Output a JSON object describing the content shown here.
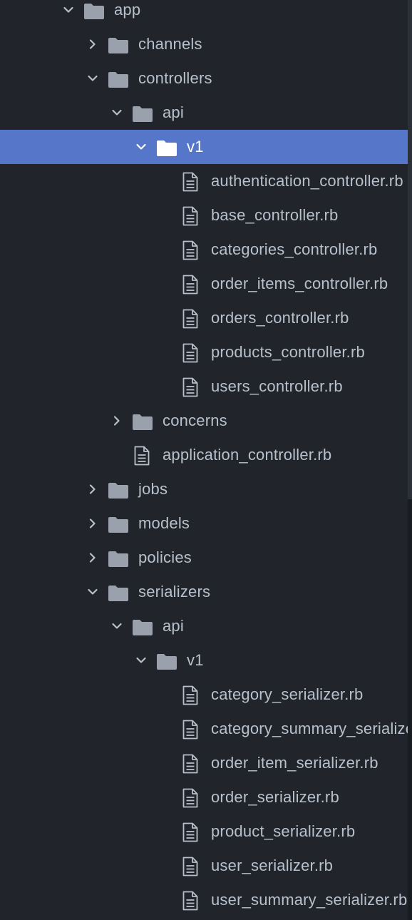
{
  "colors": {
    "background": "#21252b",
    "selection": "#5676c9",
    "text": "#b8c0cc",
    "selected_text": "#ffffff",
    "folder": "#9aa1ad",
    "file": "#b8c0cc"
  },
  "file_tree": [
    {
      "label": "app",
      "type": "folder",
      "depth": 0,
      "expanded": true
    },
    {
      "label": "channels",
      "type": "folder",
      "depth": 1,
      "expanded": false
    },
    {
      "label": "controllers",
      "type": "folder",
      "depth": 1,
      "expanded": true
    },
    {
      "label": "api",
      "type": "folder",
      "depth": 2,
      "expanded": true
    },
    {
      "label": "v1",
      "type": "folder",
      "depth": 3,
      "expanded": true,
      "selected": true
    },
    {
      "label": "authentication_controller.rb",
      "type": "file",
      "depth": 4
    },
    {
      "label": "base_controller.rb",
      "type": "file",
      "depth": 4
    },
    {
      "label": "categories_controller.rb",
      "type": "file",
      "depth": 4
    },
    {
      "label": "order_items_controller.rb",
      "type": "file",
      "depth": 4
    },
    {
      "label": "orders_controller.rb",
      "type": "file",
      "depth": 4
    },
    {
      "label": "products_controller.rb",
      "type": "file",
      "depth": 4
    },
    {
      "label": "users_controller.rb",
      "type": "file",
      "depth": 4
    },
    {
      "label": "concerns",
      "type": "folder",
      "depth": 2,
      "expanded": false
    },
    {
      "label": "application_controller.rb",
      "type": "file",
      "depth": 2
    },
    {
      "label": "jobs",
      "type": "folder",
      "depth": 1,
      "expanded": false
    },
    {
      "label": "models",
      "type": "folder",
      "depth": 1,
      "expanded": false
    },
    {
      "label": "policies",
      "type": "folder",
      "depth": 1,
      "expanded": false
    },
    {
      "label": "serializers",
      "type": "folder",
      "depth": 1,
      "expanded": true
    },
    {
      "label": "api",
      "type": "folder",
      "depth": 2,
      "expanded": true
    },
    {
      "label": "v1",
      "type": "folder",
      "depth": 3,
      "expanded": true
    },
    {
      "label": "category_serializer.rb",
      "type": "file",
      "depth": 4
    },
    {
      "label": "category_summary_serializer.rb",
      "type": "file",
      "depth": 4
    },
    {
      "label": "order_item_serializer.rb",
      "type": "file",
      "depth": 4
    },
    {
      "label": "order_serializer.rb",
      "type": "file",
      "depth": 4
    },
    {
      "label": "product_serializer.rb",
      "type": "file",
      "depth": 4
    },
    {
      "label": "user_serializer.rb",
      "type": "file",
      "depth": 4
    },
    {
      "label": "user_summary_serializer.rb",
      "type": "file",
      "depth": 4
    }
  ]
}
